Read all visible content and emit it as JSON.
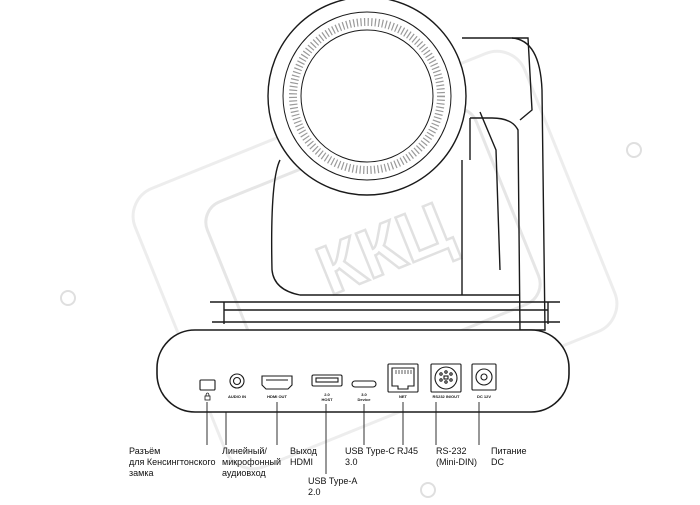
{
  "watermark": {
    "text": "ККЦ"
  },
  "port_tags": {
    "audio_in": "AUDIO IN",
    "hdmi_out": "HDMI OUT",
    "usb_a": [
      "2.0",
      "HOST"
    ],
    "usb_c": [
      "3.0",
      "Device"
    ],
    "net": "NET",
    "rs232": "RS232 IN/OUT",
    "dc": "DC 12V"
  },
  "labels": {
    "kensington": [
      "Разъём",
      "для Кенсингтонского",
      "замка"
    ],
    "audio": [
      "Линейный/",
      "микрофонный",
      "аудиовход"
    ],
    "hdmi": [
      "Выход",
      "HDMI"
    ],
    "usb_a": [
      "USB Type-A",
      "2.0"
    ],
    "usb_c": [
      "USB Type-C",
      "3.0"
    ],
    "rj45": [
      "RJ45"
    ],
    "rs232": [
      "RS-232",
      "(Mini-DIN)"
    ],
    "power": [
      "Питание",
      "DC"
    ]
  },
  "colors": {
    "line": "#1a1a1a",
    "lens_gray": "#bdbdbd",
    "watermark": "#e2e2e2"
  }
}
